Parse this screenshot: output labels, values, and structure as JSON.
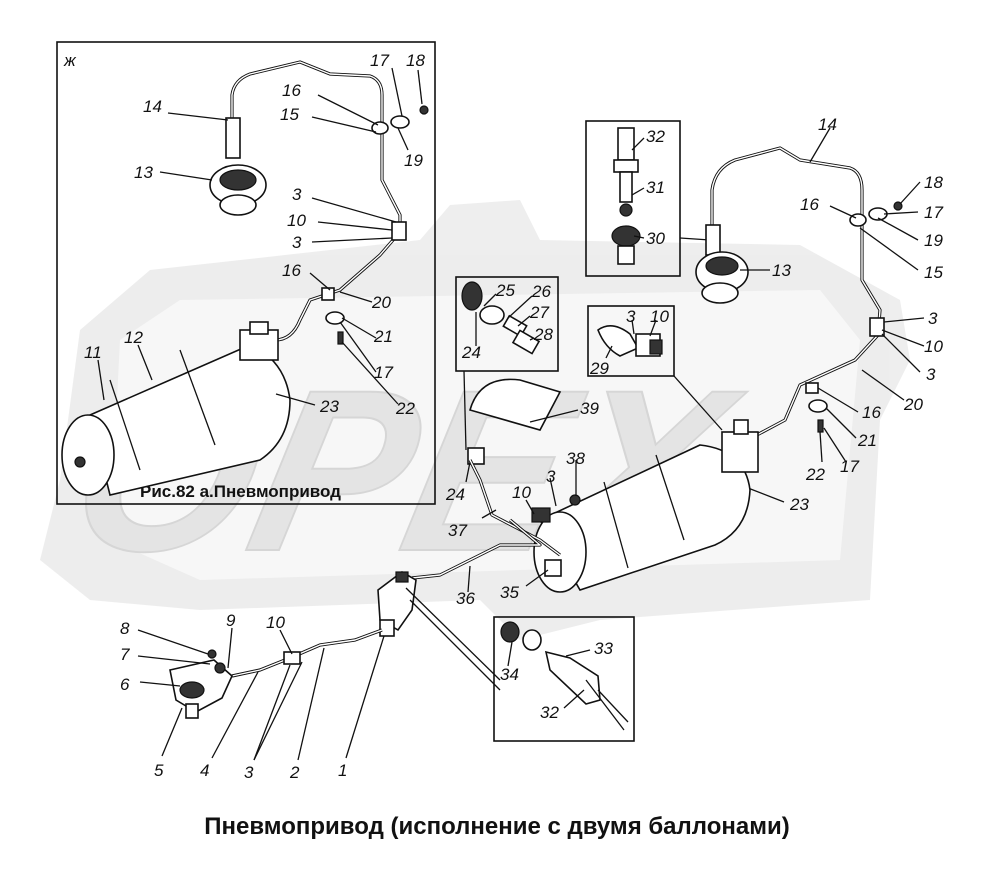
{
  "inset": {
    "marker": "ж",
    "title": "Рис.82 а.Пневмопривод"
  },
  "watermark": {
    "text": "OPEX",
    "color": "#dcdcdc"
  },
  "caption": "Пневмопривод (исполнение с двумя баллонами)",
  "labels": {
    "l1": "1",
    "l2": "2",
    "l3": "3",
    "l4": "4",
    "l5": "5",
    "l6": "6",
    "l7": "7",
    "l8": "8",
    "l9": "9",
    "l10": "10",
    "inset_l14": "14",
    "inset_l13": "13",
    "inset_l17": "17",
    "inset_l18": "18",
    "inset_l16": "16",
    "inset_l15": "15",
    "inset_l19": "19",
    "inset_l3a": "3",
    "inset_l10": "10",
    "inset_l3b": "3",
    "inset_l16b": "16",
    "inset_l20": "20",
    "inset_l21": "21",
    "inset_l17b": "17",
    "inset_l22": "22",
    "inset_l11": "11",
    "inset_l12": "12",
    "inset_l23": "23",
    "d_l32": "32",
    "d_l31": "31",
    "d_l30": "30",
    "d_l13": "13",
    "d_l14": "14",
    "d_l18": "18",
    "d_l16": "16",
    "d_l17": "17",
    "d_l19": "19",
    "d_l15": "15",
    "d_l3a": "3",
    "d_l10a": "10",
    "d_l3b": "3",
    "d_l20": "20",
    "d_l16b": "16",
    "d_l21": "21",
    "d_l22": "22",
    "d_l17b": "17",
    "d_l23": "23",
    "c_l25": "25",
    "c_l26": "26",
    "c_l27": "27",
    "c_l28": "28",
    "c_l24": "24",
    "c_l3": "3",
    "c_l10": "10",
    "c_l29": "29",
    "c_l39": "39",
    "c_l38": "38",
    "c_l10b": "10",
    "c_l3b": "3",
    "c_l24b": "24",
    "c_l37": "37",
    "c_l35": "35",
    "c_l36": "36",
    "b_l33": "33",
    "b_l34": "34",
    "b_l32": "32"
  }
}
